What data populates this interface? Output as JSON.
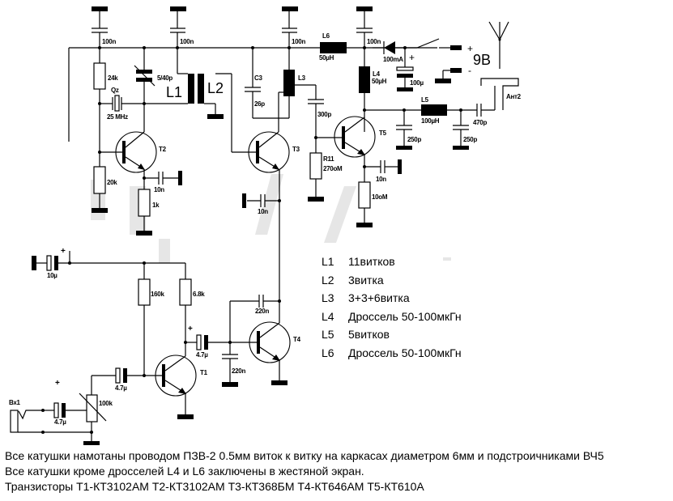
{
  "schematic": {
    "components": {
      "c_top1": "100n",
      "c_top2": "100n",
      "c_top3": "100n",
      "c_top4": "100n",
      "r_24k": "24k",
      "trimmer_cap": "5/40p",
      "crystal_name": "Qz",
      "crystal_freq": "25 MHz",
      "l1": "L1",
      "l2": "L2",
      "c3_name": "C3",
      "c3_val": "26p",
      "l3": "L3",
      "c_300p": "300p",
      "l6_name": "L6",
      "l6_val": "50µH",
      "l4_name": "L4",
      "l4_val": "50µH",
      "diode": "100mA",
      "c_100u": "100µ",
      "plus": "+",
      "minus": "-",
      "battery": "9B",
      "l5_name": "L5",
      "l5_val": "100µH",
      "c_250p_a": "250p",
      "c_250p_b": "250p",
      "c_470p": "470p",
      "ant": "Ант2",
      "t2": "T2",
      "t3": "T3",
      "t5": "T5",
      "t1": "T1",
      "t4": "T4",
      "r_20k": "20k",
      "r_1k": "1k",
      "c_10n_t2": "10n",
      "c_10n_t3": "10n",
      "r11_name": "R11",
      "r11_val": "270oM",
      "c_10n_t5": "10n",
      "r_10ohm": "10oM",
      "c_10u": "10µ",
      "r_160k": "160k",
      "r_68k": "6.8k",
      "c_220n_a": "220n",
      "c_220n_b": "220n",
      "c_47u_a": "4.7µ",
      "c_47u_b": "4.7µ",
      "c_47u_c": "4.7µ",
      "pot_100k": "100k",
      "input": "Вх1"
    }
  },
  "legend": [
    {
      "coil": "L1",
      "desc": "11витков"
    },
    {
      "coil": "L2",
      "desc": "3витка"
    },
    {
      "coil": "L3",
      "desc": "3+3+6витка"
    },
    {
      "coil": "L4",
      "desc": "Дроссель 50-100мкГн"
    },
    {
      "coil": "L5",
      "desc": "5витков"
    },
    {
      "coil": "L6",
      "desc": "Дроссель 50-100мкГн"
    }
  ],
  "notes": [
    "Все катушки намотаны проводом ПЗВ-2 0.5мм виток к витку на каркасах диаметром 6мм и подстроичниками ВЧ5",
    "Все катушки кроме дросселей L4 и L6 заключены в жестяной экран.",
    "Транзисторы Т1-КТ3102АМ Т2-КТ3102АМ Т3-КТ368БМ Т4-КТ646АМ Т5-КТ610А"
  ]
}
